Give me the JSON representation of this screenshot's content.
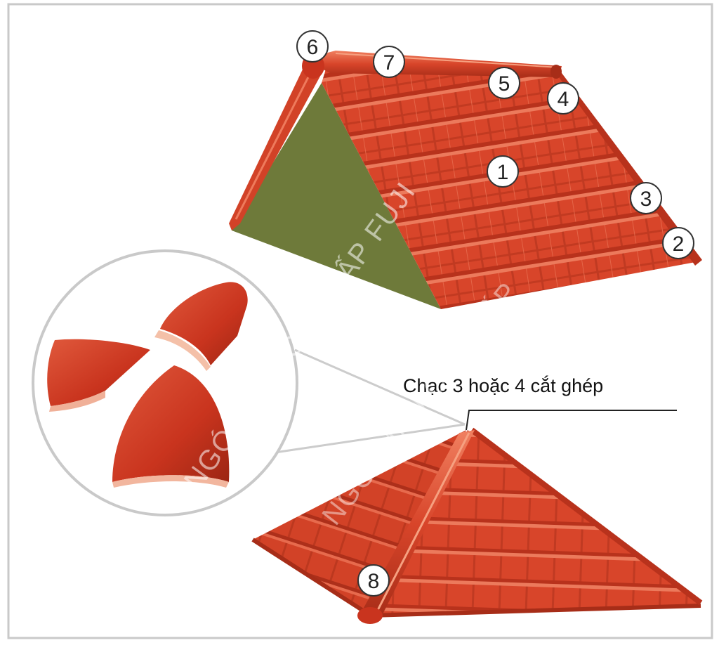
{
  "callouts": {
    "c1": "1",
    "c2": "2",
    "c3": "3",
    "c4": "4",
    "c5": "5",
    "c6": "6",
    "c7": "7",
    "c8": "8"
  },
  "caption": "Chạc 3 hoặc 4 cắt ghép",
  "watermarks": {
    "w1": "NGÓI MÀU CAO CẤP FUJI",
    "w2": "NGÓI MÀU CAO CẤP"
  },
  "colors": {
    "tile": "#d8452a",
    "tile_dark": "#b8321c",
    "tile_light": "#e86a4c",
    "gable": "#6e7a3a",
    "frame": "#c9c9c9"
  }
}
